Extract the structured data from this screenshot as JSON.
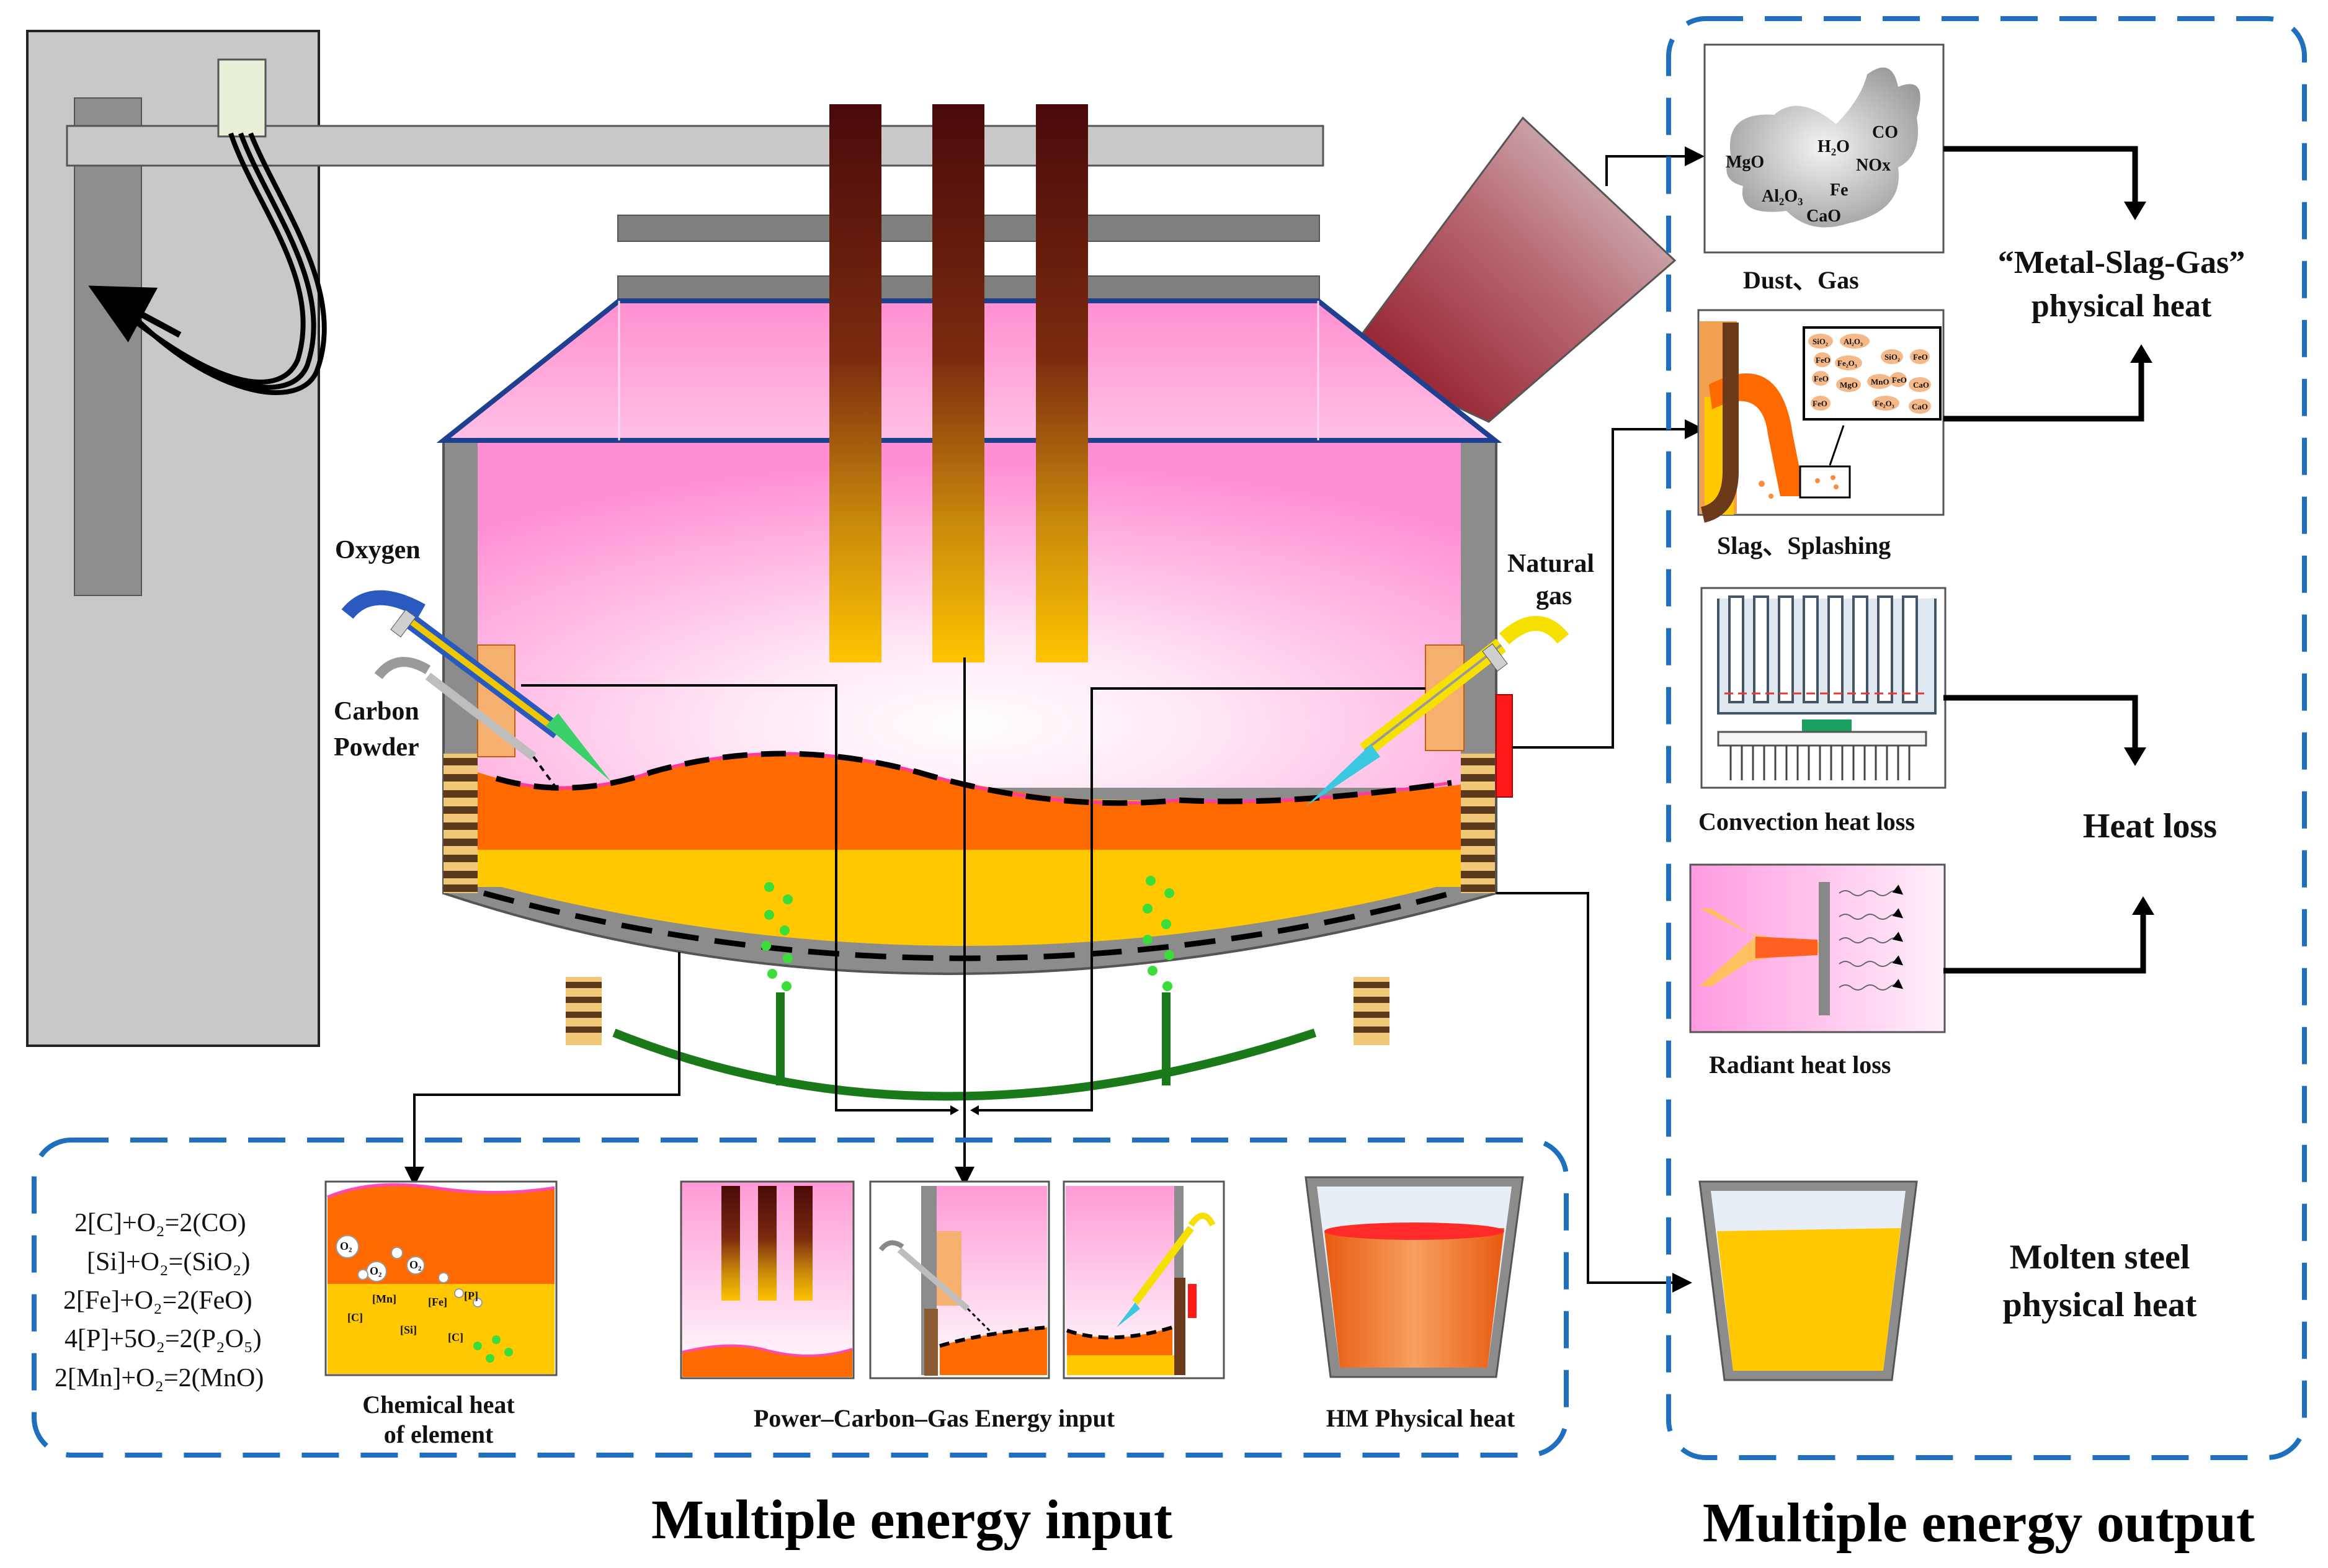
{
  "furnace": {
    "oxygen_label": "Oxygen",
    "carbon_label_1": "Carbon",
    "carbon_label_2": "Powder",
    "natural_gas_label_1": "Natural",
    "natural_gas_label_2": "gas"
  },
  "output": {
    "dust_gas_label": "Dust、Gas",
    "dust_chemicals": [
      "MgO",
      "H₂O",
      "CO",
      "NOx",
      "Al₂O₃",
      "Fe",
      "CaO"
    ],
    "slag_label": "Slag、Splashing",
    "slag_chemicals": [
      "SiO₂",
      "Al₂O₃",
      "FeO",
      "Fe₂O₃",
      "SiO₂",
      "FeO",
      "FeO",
      "MgO",
      "MnO",
      "FeO",
      "CaO",
      "FeO",
      "Fe₂O₃",
      "CaO"
    ],
    "convection_label": "Convection heat loss",
    "radiant_label": "Radiant heat loss",
    "msg_label_1": "“Metal-Slag-Gas”",
    "msg_label_2": "physical heat",
    "heat_loss_label": "Heat loss",
    "molten_label_1": "Molten steel",
    "molten_label_2": "physical heat",
    "section_title": "Multiple energy output"
  },
  "input": {
    "equations": [
      "2[C]+O₂=2(CO)",
      "[Si]+O₂=(SiO₂)",
      "2[Fe]+O₂=2(FeO)",
      "4[P]+5O₂=2(P₂O₅)",
      "2[Mn]+O₂=2(MnO)"
    ],
    "chem_heat_label_1": "Chemical heat",
    "chem_heat_label_2": "of element",
    "chem_tokens": [
      "O₂",
      "O₂",
      "O₂",
      "[Mn]",
      "[Fe]",
      "[P]",
      "[C]",
      "[Si]",
      "[C]"
    ],
    "pcg_label": "Power–Carbon–Gas Energy input",
    "hm_label": "HM Physical heat",
    "section_title": "Multiple energy input"
  },
  "colors": {
    "dash_blue": "#1f6fbf",
    "steel_yellow": "#ffc800",
    "slag_orange": "#ff6a00",
    "electrode_dark": "#6b0f10",
    "chamber_pink": "#ff7ccf",
    "shell_gray": "#8c8c8c",
    "injector_green": "#1a7a1a"
  }
}
